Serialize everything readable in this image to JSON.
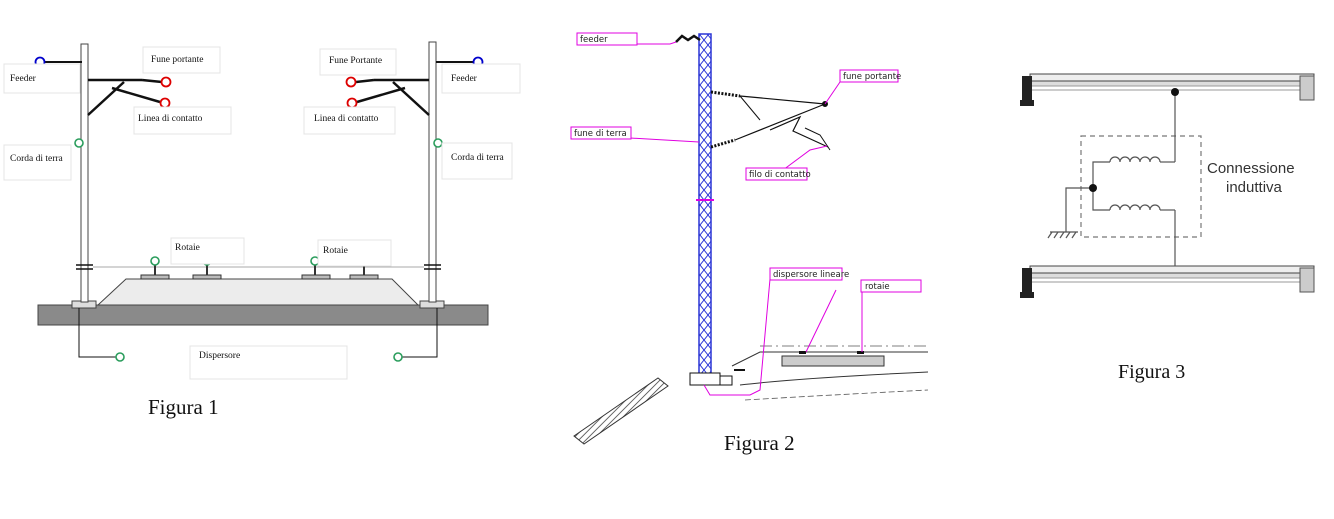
{
  "figure1": {
    "caption": "Figura 1",
    "labels": {
      "feeder_left": "Feeder",
      "feeder_right": "Feeder",
      "fune_portante_left": "Fune portante",
      "fune_portante_right": "Fune Portante",
      "linea_contatto_left": "Linea di contatto",
      "linea_contatto_right": "Linea di contatto",
      "corda_terra_left": "Corda di terra",
      "corda_terra_right": "Corda di terra",
      "rotaie_left": "Rotaie",
      "rotaie_right": "Rotaie",
      "dispersore": "Dispersore"
    },
    "colors": {
      "feeder": "#0000cc",
      "catenary": "#dd0000",
      "earth": "#2a9d5c",
      "ground": "#8a8a8a"
    }
  },
  "figure2": {
    "caption": "Figura 2",
    "labels": {
      "feeder": "feeder",
      "fune_portante": "fune portante",
      "fune_di_terra": "fune di terra",
      "filo_di_contatto": "filo di contatto",
      "dispersore_lineare": "dispersore lineare",
      "rotaie": "rotaie"
    },
    "colors": {
      "mast": "#2a35d6",
      "leader": "#e000e0"
    }
  },
  "figure3": {
    "caption": "Figura 3",
    "label_line1": "Connessione",
    "label_line2": "induttiva"
  }
}
